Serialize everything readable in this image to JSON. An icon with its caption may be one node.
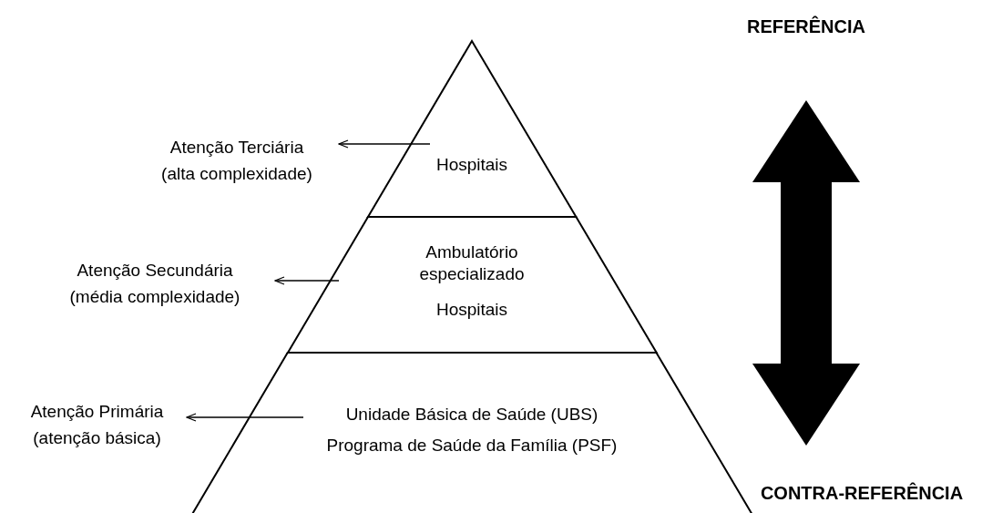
{
  "diagram": {
    "nodes": [
      {
        "text": [
          "Hospitais"
        ]
      },
      {
        "text": [
          "Ambulatório especializado",
          "Hospitais"
        ]
      },
      {
        "text": [
          "Unidade Básica de Saúde (UBS)",
          "Programa de Saúde da Família (PSF)"
        ]
      },
      {
        "text": [
          "Atenção Terciária",
          "(alta complexidade)"
        ]
      },
      {
        "text": [
          "Atenção Secundária",
          "(média complexidade)"
        ]
      },
      {
        "text": [
          "Atenção Primária",
          "(atenção básica)"
        ]
      },
      {
        "text": [
          "REFERÊNCIA"
        ]
      },
      {
        "text": [
          "CONTRA-REFERÊNCIA"
        ]
      }
    ],
    "edges": [
      {
        "from": 0,
        "to": 3,
        "arrow": "to"
      },
      {
        "from": 1,
        "to": 4,
        "arrow": "to"
      },
      {
        "from": 2,
        "to": 5,
        "arrow": "to"
      },
      {
        "from": 6,
        "to": 7,
        "arrow": "both",
        "style": "thick"
      }
    ]
  }
}
